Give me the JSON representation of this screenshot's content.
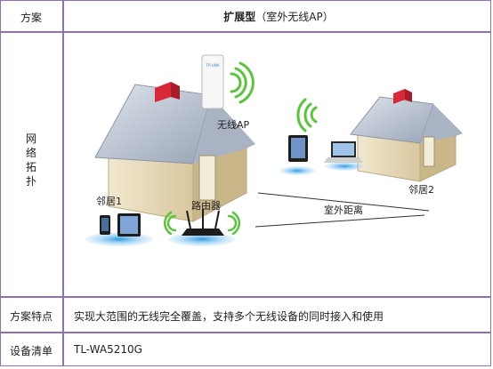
{
  "header": {
    "col1": "方案",
    "col2_bold": "扩展型",
    "col2_rest": "（室外无线AP）"
  },
  "topology": {
    "row_label": [
      "网",
      "络",
      "拓",
      "扑"
    ],
    "labels": {
      "wireless_ap": "无线AP",
      "neighbor1": "邻居1",
      "router": "路由器",
      "outdoor_distance": "室外距离",
      "neighbor2": "邻居2",
      "ap_brand": "TP-LINK"
    }
  },
  "features": {
    "label": "方案特点",
    "text": "实现大范围的无线完全覆盖，支持多个无线设备的同时接入和使用"
  },
  "equipment": {
    "label": "设备清单",
    "text": "TL-WA5210G"
  },
  "colors": {
    "border": "#8f6fb5",
    "wifi_green": "#5ac43a",
    "roof_red": "#d8283a",
    "house_wall": "#e4d7b6",
    "roof_blue": "#b5bfcd"
  }
}
